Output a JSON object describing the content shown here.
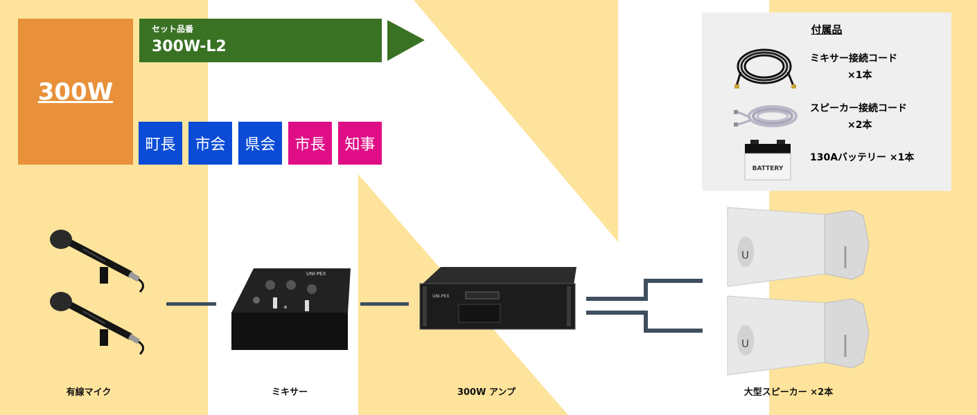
{
  "power": {
    "label": "300W"
  },
  "set": {
    "caption": "セット品番",
    "code": "300W-L2"
  },
  "tags": [
    {
      "label": "町長",
      "color": "#0b4bd6"
    },
    {
      "label": "市会",
      "color": "#0b4bd6"
    },
    {
      "label": "県会",
      "color": "#0b4bd6"
    },
    {
      "label": "市長",
      "color": "#e00e86"
    },
    {
      "label": "知事",
      "color": "#e00e86"
    }
  ],
  "accessories": {
    "title": "付属品",
    "items": [
      {
        "name": "ミキサー接続コード",
        "qty": "×1本",
        "icon": "cable-coil-black-icon"
      },
      {
        "name": "スピーカー接続コード",
        "qty": "×2本",
        "icon": "cable-coil-gray-icon"
      },
      {
        "name": "130Aバッテリー ×1本",
        "qty": "",
        "icon": "battery-icon"
      }
    ],
    "battery_label": "BATTERY"
  },
  "devices": {
    "mic": {
      "caption": "有線マイク"
    },
    "mixer": {
      "caption": "ミキサー",
      "brand": "UNI-PEX"
    },
    "amp": {
      "caption": "300W アンプ",
      "brand": "UNI-PEX"
    },
    "speaker": {
      "caption": "大型スピーカー ×2本",
      "emblem": "U"
    }
  },
  "colors": {
    "background": "#fde39b",
    "power": "#e8913a",
    "banner": "#3a7224",
    "connector": "#3f4f5f",
    "panel": "#efefef"
  }
}
